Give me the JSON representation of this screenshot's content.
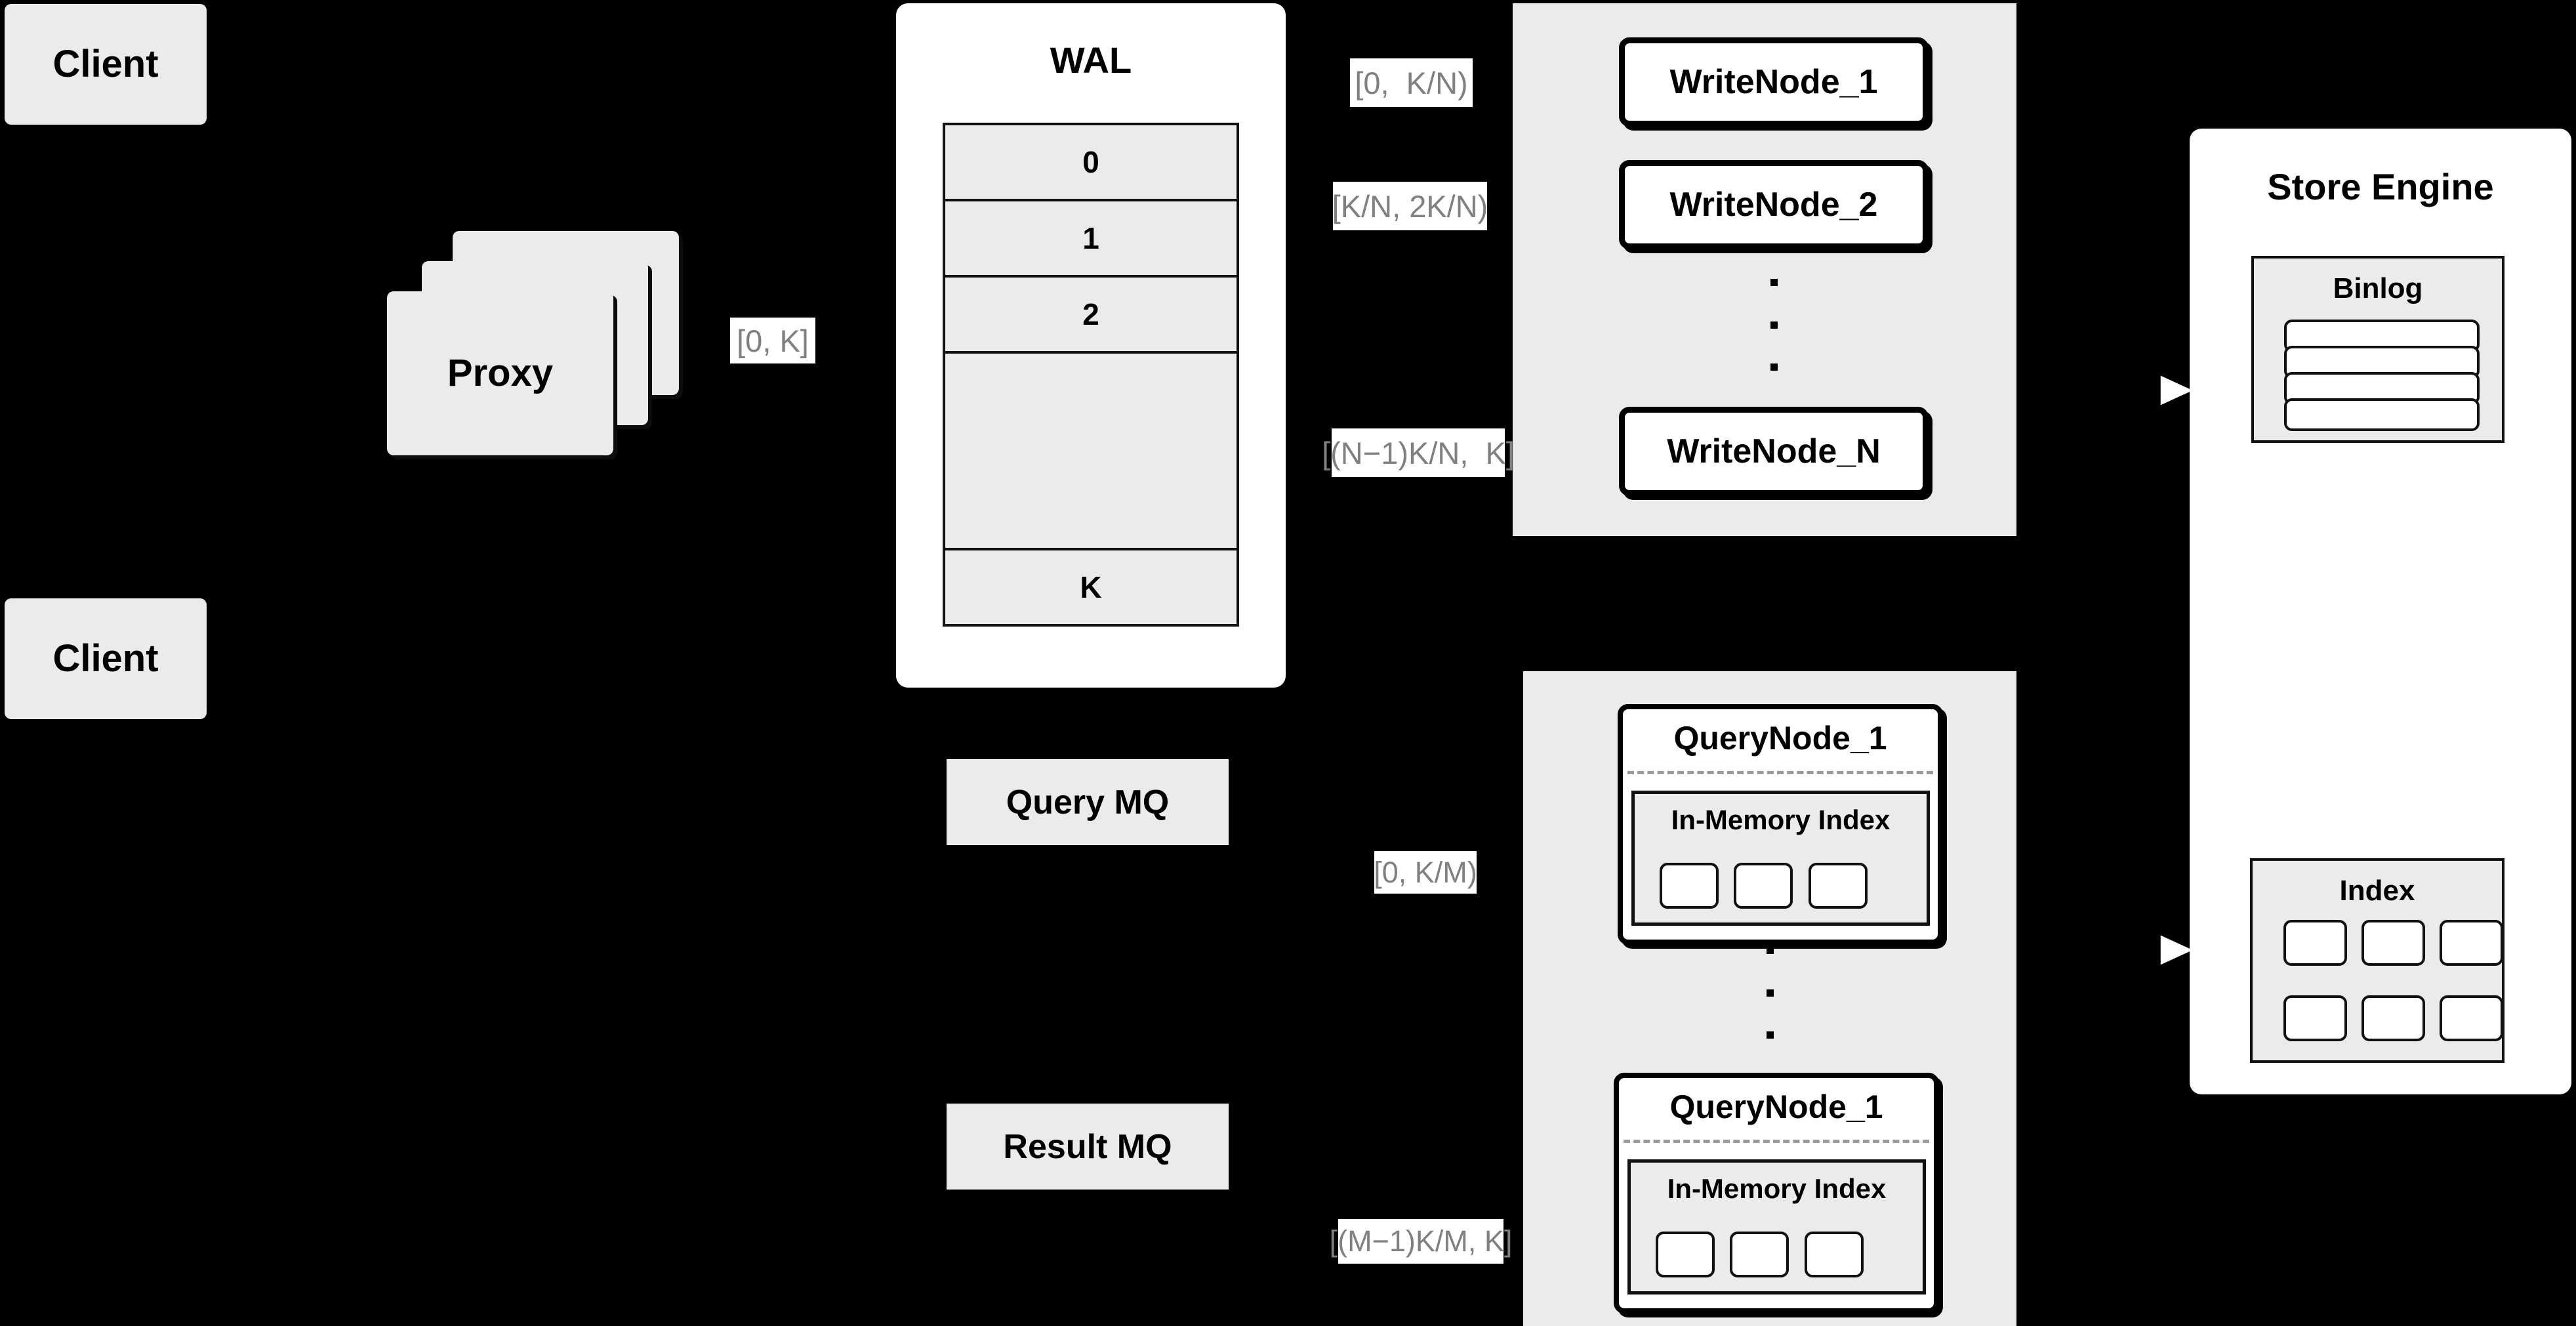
{
  "diagram": {
    "title": "Distributed Write/Query Architecture",
    "background_color": "#000000",
    "card_color": "#ebebeb",
    "panel_color": "#ffffff",
    "stroke_color": "#000000",
    "label_text_color": "#808080"
  },
  "clients": [
    {
      "label": "Client"
    },
    {
      "label": "Client"
    }
  ],
  "proxy": {
    "label": "Proxy",
    "stack_count": 3
  },
  "wal": {
    "title": "WAL",
    "entries": [
      {
        "label": "0"
      },
      {
        "label": "1"
      },
      {
        "label": "2"
      },
      {
        "label": ""
      },
      {
        "label": "K"
      }
    ],
    "ellipsis_dots": 3
  },
  "queues": [
    {
      "label": "Query MQ"
    },
    {
      "label": "Result MQ"
    }
  ],
  "write_group": {
    "nodes": [
      {
        "label": "WriteNode_1"
      },
      {
        "label": "WriteNode_2"
      },
      {
        "label": "WriteNode_N"
      }
    ],
    "ellipsis_dots": 3
  },
  "query_group": {
    "nodes": [
      {
        "label": "QueryNode_1",
        "memory_index": {
          "label": "In-Memory Index",
          "segments": 3
        }
      },
      {
        "label": "QueryNode_1",
        "memory_index": {
          "label": "In-Memory Index",
          "segments": 3
        }
      }
    ],
    "ellipsis_dots": 3
  },
  "store_engine": {
    "title": "Store Engine",
    "binlog": {
      "title": "Binlog",
      "rows": 4
    },
    "index": {
      "title": "Index",
      "cols": 3,
      "rows": 2
    }
  },
  "edge_labels": {
    "proxy_to_wal": "[0, K]",
    "wal_to_write_1": "[0,  K/N)",
    "wal_to_write_2": "[K/N, 2K/N)",
    "wal_to_write_n": "[(N−1)K/N,  K]",
    "mq_to_query_1": "[0, K/M)",
    "mq_to_query_m": "[(M−1)K/M, K]"
  }
}
